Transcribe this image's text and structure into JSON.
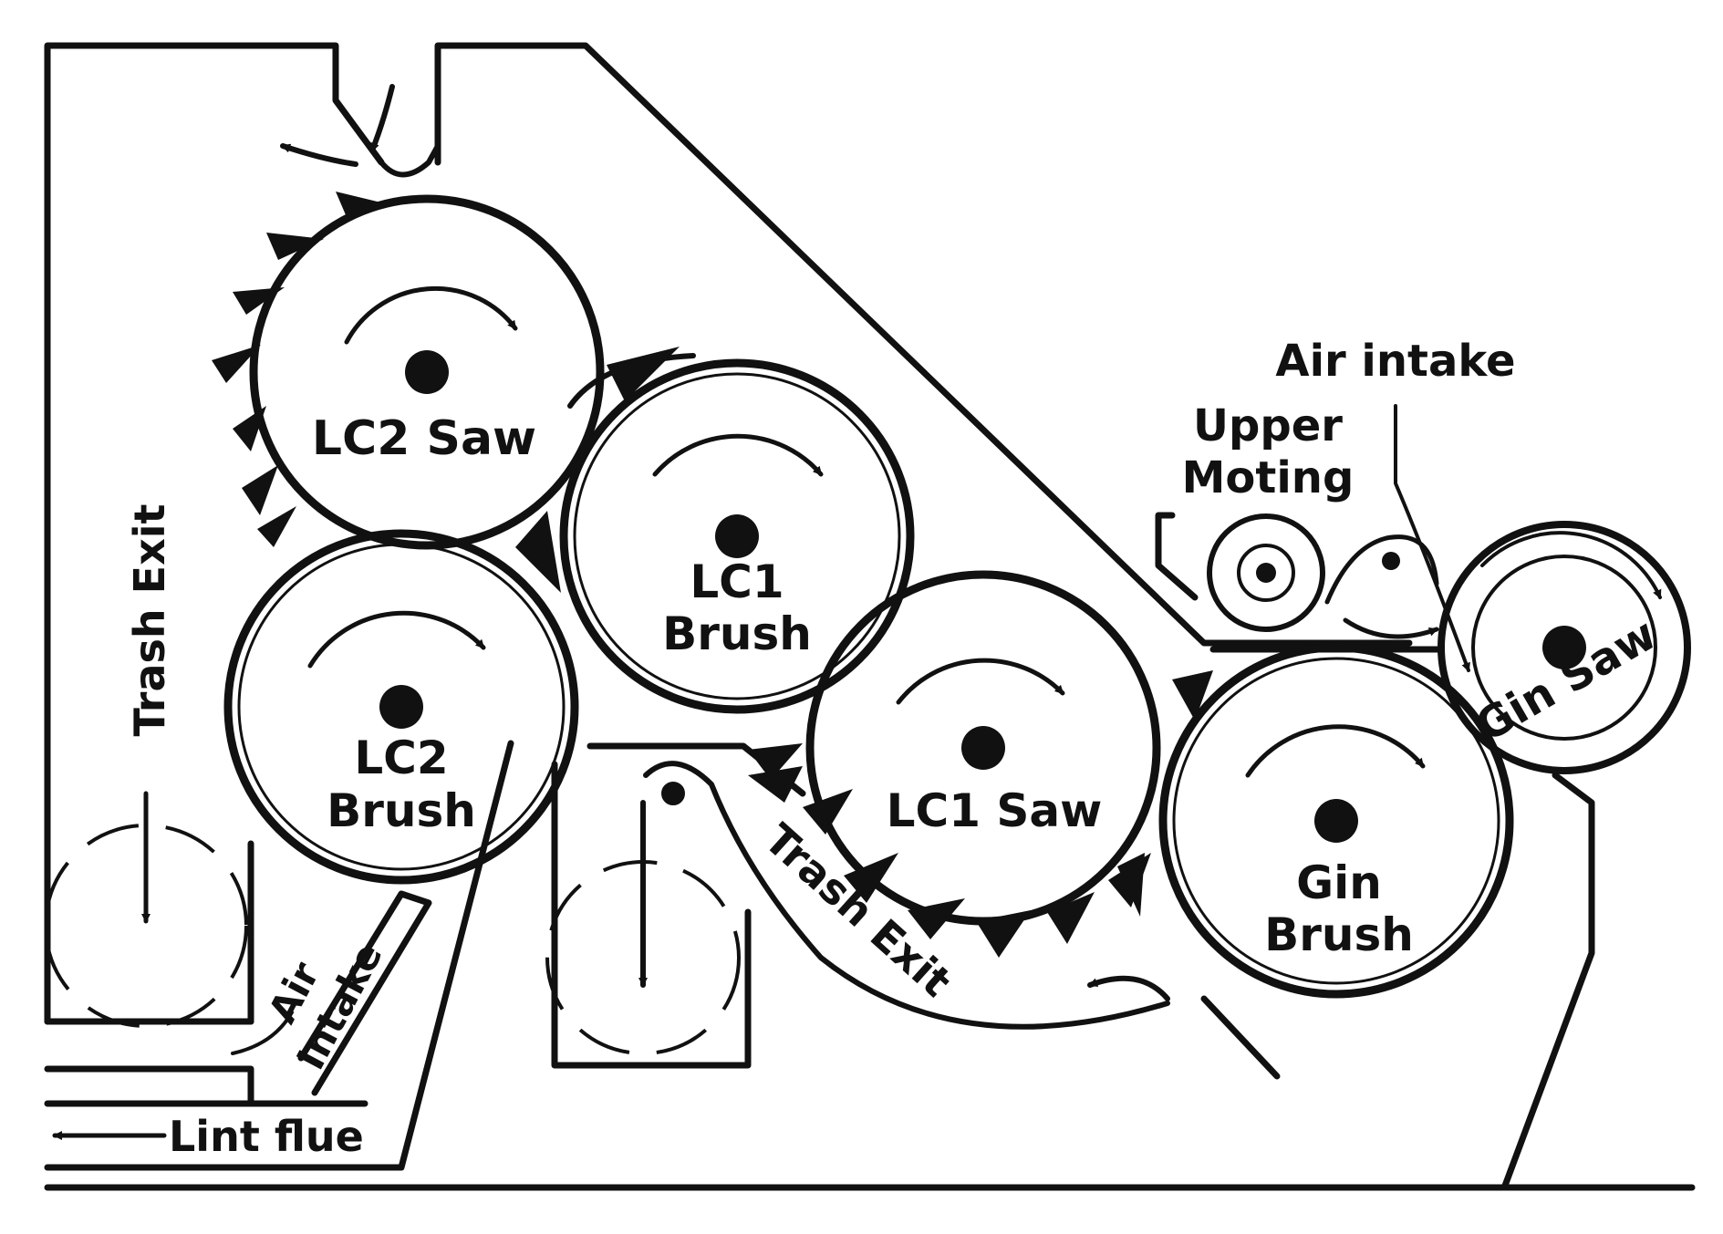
{
  "labels": {
    "lc2_saw": "LC2 Saw",
    "lc2_brush": [
      "LC2",
      "Brush"
    ],
    "lc1_brush": [
      "LC1",
      "Brush"
    ],
    "lc1_saw": "LC1 Saw",
    "gin_brush": [
      "Gin",
      "Brush"
    ],
    "gin_saw": "Gin Saw",
    "trash_exit_left": "Trash Exit",
    "trash_exit_center": "Trash Exit",
    "air_intake_top": "Air intake",
    "upper_moting": [
      "Upper",
      "Moting"
    ],
    "air_intake_bottom": [
      "Air",
      "Intake"
    ],
    "lint_flue": "Lint flue"
  },
  "colors": {
    "ink": "#111111",
    "paper": "#ffffff"
  }
}
